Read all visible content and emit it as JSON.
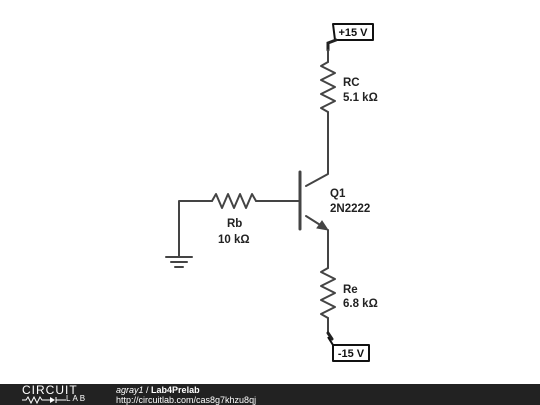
{
  "rails": {
    "positive": "+15 V",
    "negative": "-15 V"
  },
  "components": {
    "rc": {
      "name": "RC",
      "value": "5.1 kΩ"
    },
    "rb": {
      "name": "Rb",
      "value": "10 kΩ"
    },
    "re": {
      "name": "Re",
      "value": "6.8 kΩ"
    },
    "q1": {
      "name": "Q1",
      "part": "2N2222"
    }
  },
  "footer": {
    "logo_top": "CIRCUIT",
    "logo_bottom": "LAB",
    "user": "agray1",
    "separator": " / ",
    "title": "Lab4Prelab",
    "url": "http://circuitlab.com/cas8g7khzu8qj"
  },
  "colors": {
    "wire": "#444444",
    "footer_bg": "#222222",
    "footer_text": "#ffffff"
  },
  "icons": {
    "ground": "ground-symbol-icon",
    "transistor": "npn-transistor-icon",
    "logo": "circuitlab-logo-icon"
  }
}
